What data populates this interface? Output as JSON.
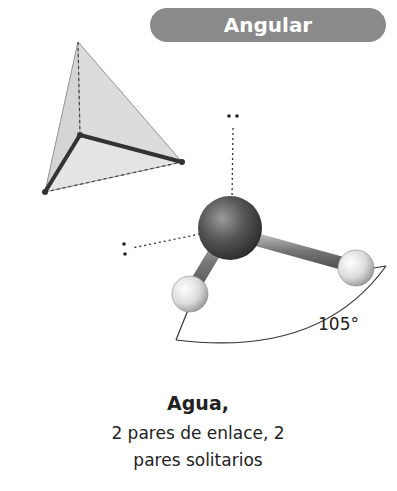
{
  "diagram": {
    "title": "Angular",
    "caption": "Agua,",
    "labels": [
      "105°",
      "2 pares de enlace, 2 pares solitarios"
    ]
  }
}
